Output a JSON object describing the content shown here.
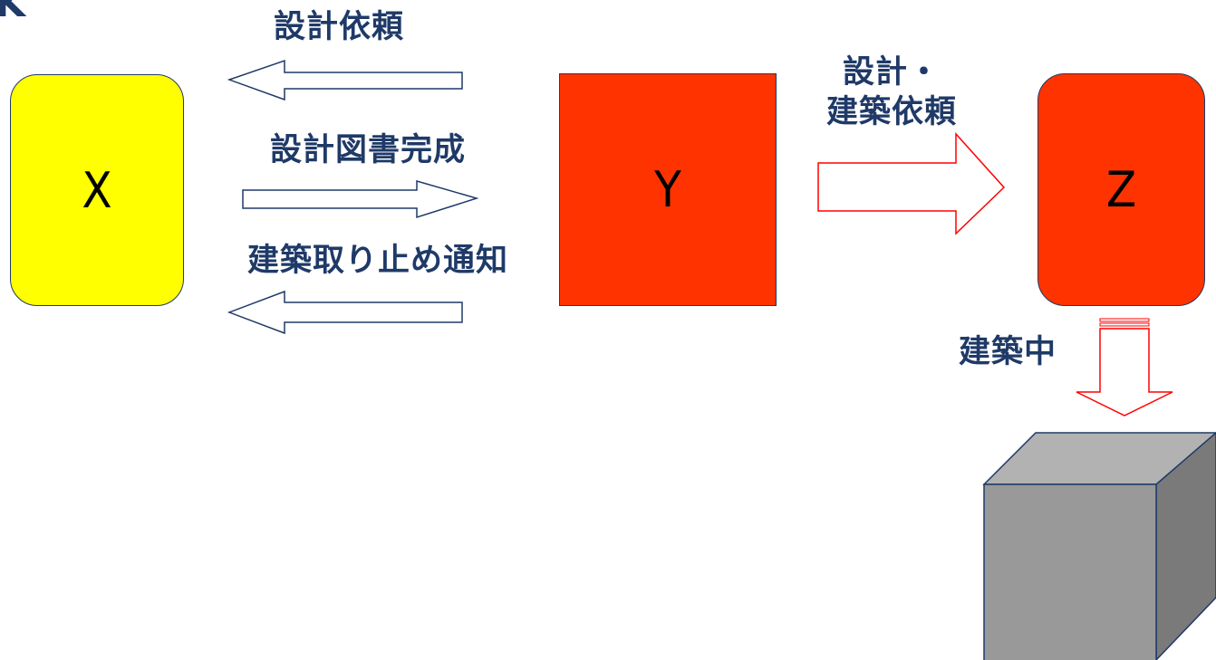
{
  "header": {
    "corner_glyph": "K"
  },
  "entities": {
    "x": {
      "label": "X",
      "color": "#ffff00"
    },
    "y": {
      "label": "Y",
      "color": "#ff3300"
    },
    "z": {
      "label": "Z",
      "color": "#ff3300"
    }
  },
  "flows": {
    "design_request": "設計依頼",
    "drawings_complete": "設計図書完成",
    "cancel_notice": "建築取り止め通知",
    "design_build_request_line1": "設計・",
    "design_build_request_line2": "建築依頼",
    "under_construction": "建築中"
  },
  "colors": {
    "text": "#1f3a68",
    "outline_arrow": "#1f3a68",
    "red_arrow": "#ff0000",
    "building_front": "#999999",
    "building_top": "#b2b2b2",
    "building_side": "#7a7a7a"
  },
  "icons": {
    "building": "building-cube-icon"
  }
}
